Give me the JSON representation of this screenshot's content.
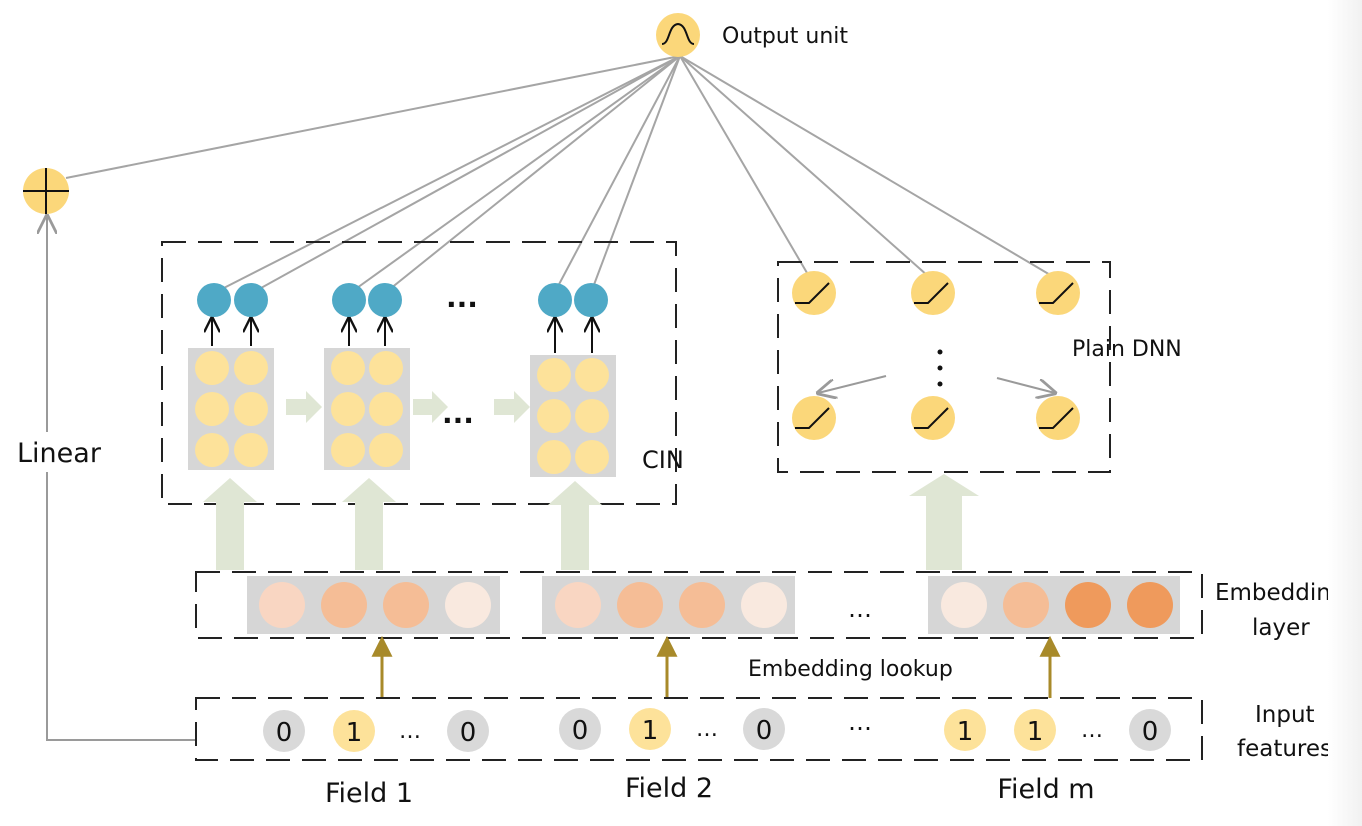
{
  "labels": {
    "output_unit": "Output unit",
    "linear": "Linear",
    "cin": "CIN",
    "plain_dnn": "Plain DNN",
    "embedding_layer_line1": "Embedding",
    "embedding_layer_line2": "layer",
    "embedding_lookup": "Embedding lookup",
    "input_features_line1": "Input",
    "input_features_line2": "features",
    "ellipsis": "…",
    "ellipsis_dots": "···"
  },
  "fields": [
    {
      "label": "Field 1",
      "values": [
        "0",
        "1",
        "…",
        "0"
      ]
    },
    {
      "label": "Field 2",
      "values": [
        "0",
        "1",
        "…",
        "0"
      ]
    },
    {
      "label": "Field m",
      "values": [
        "1",
        "1",
        "…",
        "0"
      ]
    }
  ],
  "icons": {
    "output": "sigmoid-icon",
    "sum": "plus-icon",
    "dnn_unit": "relu-icon"
  },
  "colors": {
    "yellow_unit": "#fbd77a",
    "light_yellow": "#fde29a",
    "blue_unit": "#4fa9c6",
    "grey_input": "#d9d9d9",
    "grey_panel": "#d6d6d6",
    "green_arrow": "#dfe6d4",
    "gold_arrow": "#a88a2a",
    "emb_1": "#f9e9df",
    "emb_2": "#f9d6c2",
    "emb_3": "#f5bd96",
    "emb_4": "#ef9a5c",
    "line": "#a5a5a5"
  }
}
